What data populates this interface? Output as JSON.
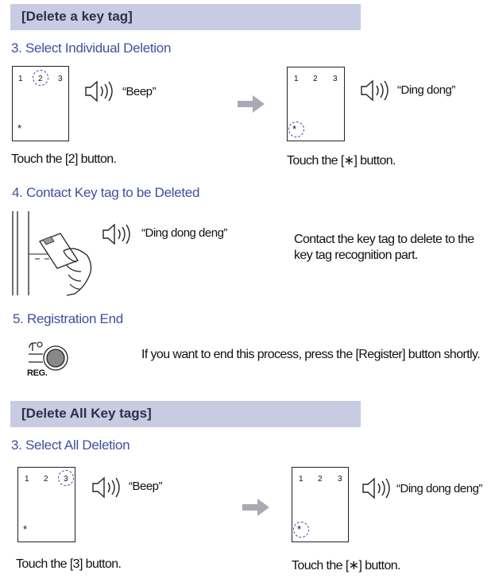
{
  "sec1": {
    "banner": "[Delete a key tag]",
    "step3": "3. Select Individual Deletion",
    "left": {
      "keys": [
        "1",
        "2",
        "3"
      ],
      "star": "*",
      "sound": "“Beep”",
      "caption": "Touch the [2] button."
    },
    "right": {
      "keys": [
        "1",
        "2",
        "3"
      ],
      "star": "*",
      "sound": "“Ding dong”",
      "caption": "Touch the [∗] button."
    },
    "step4": "4. Contact Key tag to be Deleted",
    "step4_sound": "“Ding dong deng”",
    "step4_text1": "Contact the key tag to delete to the",
    "step4_text2": "key tag recognition part.",
    "step5": "5. Registration End",
    "reg_label": "REG.",
    "step5_text": "If you want to end this process, press the [Register] button shortly."
  },
  "sec2": {
    "banner": "[Delete All Key tags]",
    "step3": "3. Select All Deletion",
    "left": {
      "keys": [
        "1",
        "2",
        "3"
      ],
      "star": "*",
      "sound": "“Beep”",
      "caption": "Touch the [3] button."
    },
    "right": {
      "keys": [
        "1",
        "2",
        "3"
      ],
      "star": "*",
      "sound": "“Ding dong deng”",
      "caption": "Touch the [∗] button."
    }
  },
  "colors": {
    "banner_bg": "#c9cbe3",
    "heading": "#3f4fa0",
    "highlight": "#3a49a6"
  }
}
